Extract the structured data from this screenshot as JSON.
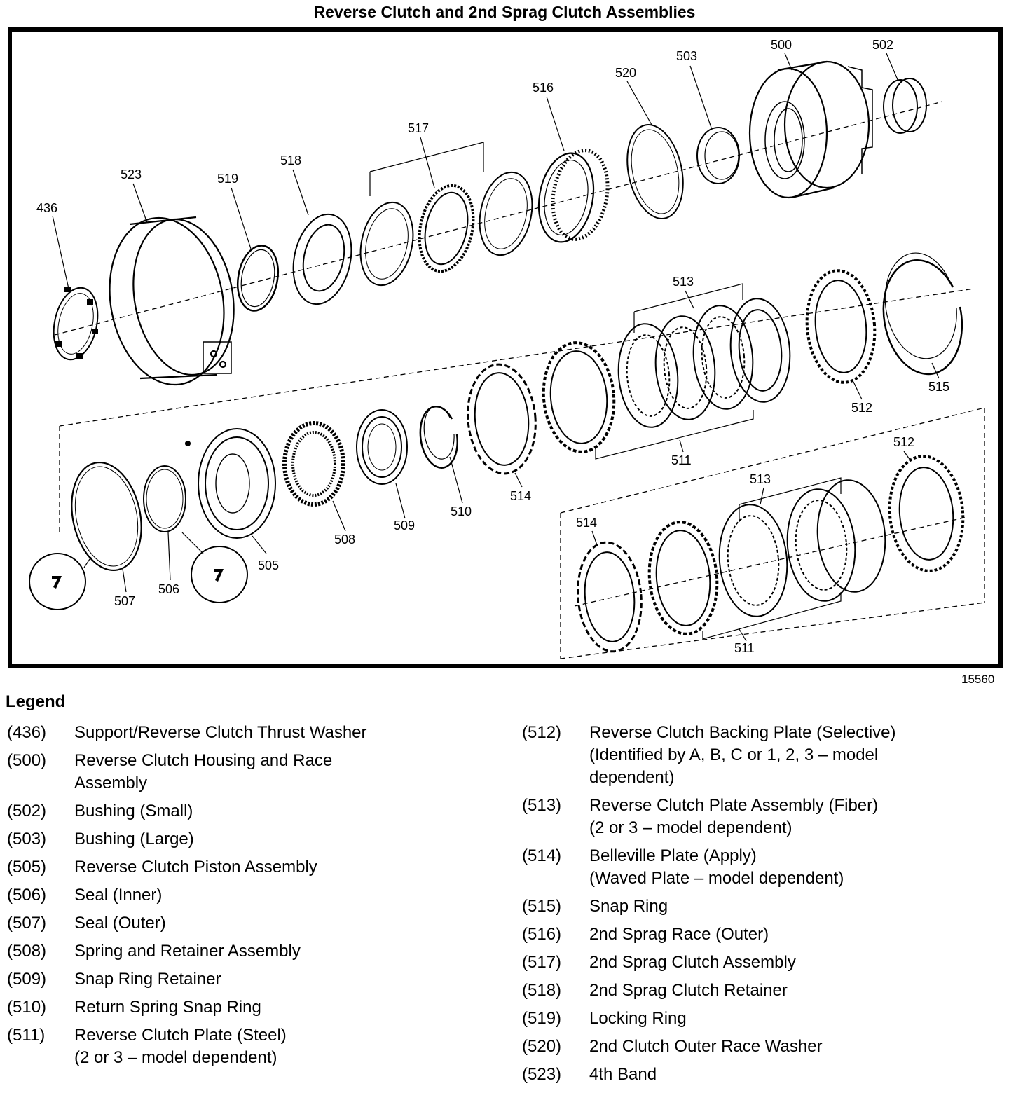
{
  "title": "Reverse Clutch and 2nd Sprag Clutch Assemblies",
  "figure_number": "15560",
  "legend_heading": "Legend",
  "callouts": {
    "c436": "436",
    "c523": "523",
    "c519": "519",
    "c518": "518",
    "c517": "517",
    "c516": "516",
    "c520": "520",
    "c503": "503",
    "c500": "500",
    "c502": "502",
    "c513a": "513",
    "c512a": "512",
    "c515": "515",
    "c511a": "511",
    "c514a": "514",
    "c510": "510",
    "c509": "509",
    "c508": "508",
    "c505": "505",
    "c506": "506",
    "c507": "507",
    "c512b": "512",
    "c513b": "513",
    "c514b": "514",
    "c511b": "511"
  },
  "legend": {
    "left": [
      {
        "code": "(436)",
        "desc": "Support/Reverse Clutch Thrust Washer"
      },
      {
        "code": "(500)",
        "desc": "Reverse Clutch Housing and Race\nAssembly"
      },
      {
        "code": "(502)",
        "desc": "Bushing (Small)"
      },
      {
        "code": "(503)",
        "desc": "Bushing (Large)"
      },
      {
        "code": "(505)",
        "desc": "Reverse Clutch Piston Assembly"
      },
      {
        "code": "(506)",
        "desc": "Seal (Inner)"
      },
      {
        "code": "(507)",
        "desc": "Seal (Outer)"
      },
      {
        "code": "(508)",
        "desc": "Spring and Retainer Assembly"
      },
      {
        "code": "(509)",
        "desc": "Snap Ring Retainer"
      },
      {
        "code": "(510)",
        "desc": "Return Spring Snap Ring"
      },
      {
        "code": "(511)",
        "desc": "Reverse Clutch Plate (Steel)\n(2 or 3 – model dependent)"
      }
    ],
    "right": [
      {
        "code": "(512)",
        "desc": "Reverse Clutch Backing Plate (Selective)\n(Identified by A, B, C or 1, 2, 3 – model\ndependent)"
      },
      {
        "code": "(513)",
        "desc": "Reverse Clutch Plate Assembly (Fiber)\n(2 or 3 – model dependent)"
      },
      {
        "code": "(514)",
        "desc": "Belleville Plate (Apply)\n(Waved Plate – model dependent)"
      },
      {
        "code": "(515)",
        "desc": "Snap Ring"
      },
      {
        "code": "(516)",
        "desc": "2nd Sprag Race (Outer)"
      },
      {
        "code": "(517)",
        "desc": "2nd Sprag Clutch Assembly"
      },
      {
        "code": "(518)",
        "desc": "2nd Sprag Clutch Retainer"
      },
      {
        "code": "(519)",
        "desc": "Locking Ring"
      },
      {
        "code": "(520)",
        "desc": "2nd Clutch Outer Race Washer"
      },
      {
        "code": "(523)",
        "desc": "4th Band"
      }
    ]
  }
}
